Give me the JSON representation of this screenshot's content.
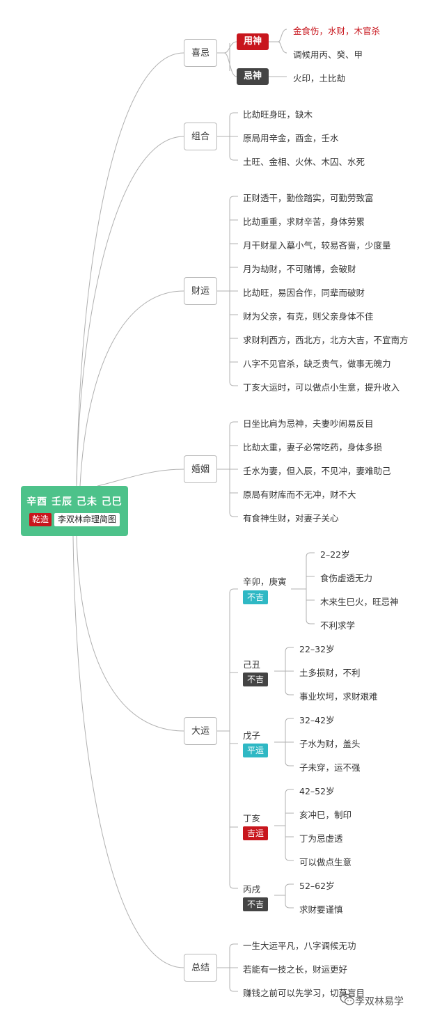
{
  "root": {
    "title": "辛酉 壬辰 己未 己巳",
    "tag_gender": "乾造",
    "tag_source": "李双林命理简图"
  },
  "branches": {
    "xiji": {
      "label": "喜忌",
      "yongshen": {
        "badge": "用神",
        "items": [
          "金食伤，水财，木官杀",
          "调候用丙、癸、甲"
        ]
      },
      "jishen": {
        "badge": "忌神",
        "items": [
          "火印，土比劫"
        ]
      }
    },
    "zuhe": {
      "label": "组合",
      "items": [
        "比劫旺身旺，缺木",
        "原局用辛金，酉金，壬水",
        "土旺、金相、火休、木囚、水死"
      ]
    },
    "caiyun": {
      "label": "财运",
      "items": [
        "正财透干，勤俭踏实，可勤劳致富",
        "比劫重重，求财辛苦，身体劳累",
        "月干财星入墓小气，较易吝啬，少度量",
        "月为劫财，不可赌博，会破财",
        "比劫旺，易因合作，同辈而破财",
        "财为父亲，有克，则父亲身体不佳",
        "求财利西方，西北方，北方大吉，不宜南方",
        "八字不见官杀，缺乏贵气，做事无魄力",
        "丁亥大运时，可以做点小生意，提升收入"
      ]
    },
    "hunyin": {
      "label": "婚姻",
      "items": [
        "日坐比肩为忌神，夫妻吵闹易反目",
        "比劫太重，妻子必常吃药，身体多损",
        "壬水为妻，但入辰，不见冲，妻难助己",
        "原局有财库而不无冲，财不大",
        "有食神生财，对妻子关心"
      ]
    },
    "dayun": {
      "label": "大运",
      "periods": [
        {
          "name": "辛卯，庚寅",
          "badge": "不吉",
          "items": [
            "2–22岁",
            "食伤虚透无力",
            "木来生巳火，旺忌神",
            "不利求学"
          ]
        },
        {
          "name": "己丑",
          "badge": "不吉",
          "items": [
            "22–32岁",
            "土多损财，不利",
            "事业坎坷，求财艰难"
          ]
        },
        {
          "name": "戊子",
          "badge": "平运",
          "items": [
            "32–42岁",
            "子水为财，盖头",
            "子未穿，运不强"
          ]
        },
        {
          "name": "丁亥",
          "badge": "吉运",
          "items": [
            "42–52岁",
            "亥冲巳，制印",
            "丁为忌虚透",
            "可以做点生意"
          ]
        },
        {
          "name": "丙戌",
          "badge": "不吉",
          "items": [
            "52–62岁",
            "求财要谨慎"
          ]
        }
      ]
    },
    "zongjie": {
      "label": "总结",
      "items": [
        "一生大运平凡，八字调候无功",
        "若能有一技之长，财运更好",
        "赚钱之前可以先学习，切莫盲目"
      ]
    }
  },
  "watermark": "李双林易学",
  "colors": {
    "root": "#4dc28a",
    "red": "#c8161d",
    "dark": "#444444",
    "cyan": "#2fb8c4",
    "line": "#b0b0b0"
  }
}
